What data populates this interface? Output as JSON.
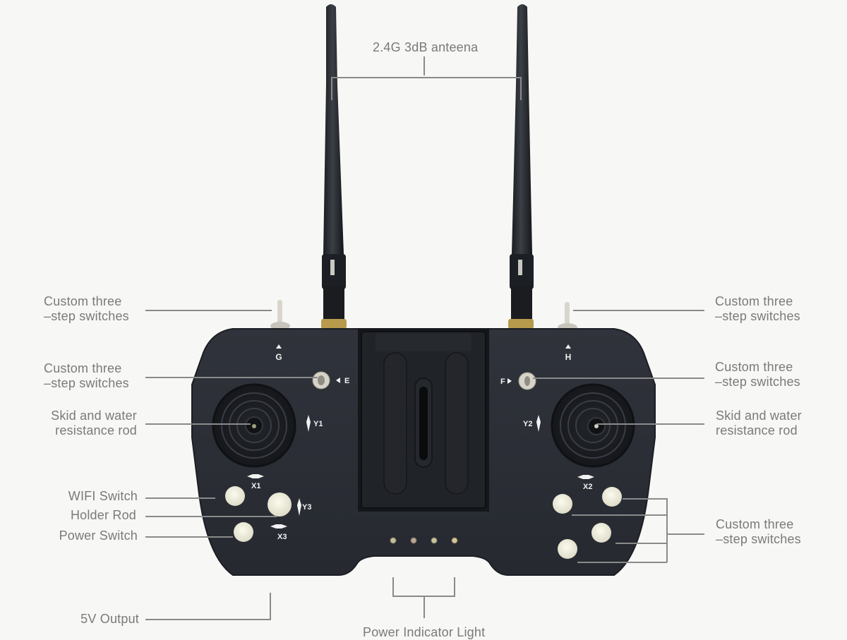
{
  "diagram": {
    "subject": "Remote controller with dual antennas",
    "colors": {
      "background": "#f7f7f5",
      "body": "#2b2e36",
      "body_edge": "#1c1e24",
      "label_text": "#7a7a7a",
      "leader_line": "#8a8a8a",
      "button": "#eeeedd"
    },
    "callouts": {
      "antenna": {
        "text": "2.4G 3dB anteena"
      },
      "top_left_switch": {
        "line1": "Custom three",
        "line2": "–step switches"
      },
      "top_right_switch": {
        "line1": "Custom three",
        "line2": "–step switches"
      },
      "mid_left_switch": {
        "line1": "Custom three",
        "line2": "–step switches"
      },
      "mid_right_switch": {
        "line1": "Custom three",
        "line2": "–step switches"
      },
      "left_stick": {
        "line1": "Skid and water",
        "line2": "resistance rod"
      },
      "right_stick": {
        "line1": "Skid and water",
        "line2": "resistance rod"
      },
      "wifi_switch": {
        "text": "WIFI Switch"
      },
      "holder_rod": {
        "text": "Holder Rod"
      },
      "power_switch": {
        "text": "Power Switch"
      },
      "right_buttons": {
        "line1": "Custom three",
        "line2": "–step switches"
      },
      "usb_output": {
        "text": "5V Output"
      },
      "power_light": {
        "text": "Power Indicator Light"
      }
    },
    "device_markings": {
      "switch_g": "G",
      "switch_h": "H",
      "switch_e": "E",
      "switch_f": "F",
      "axis_y1": "Y1",
      "axis_y2": "Y2",
      "axis_y3": "Y3",
      "axis_x1": "X1",
      "axis_x2": "X2",
      "axis_x3": "X3"
    },
    "indicator_led_count": 4
  }
}
